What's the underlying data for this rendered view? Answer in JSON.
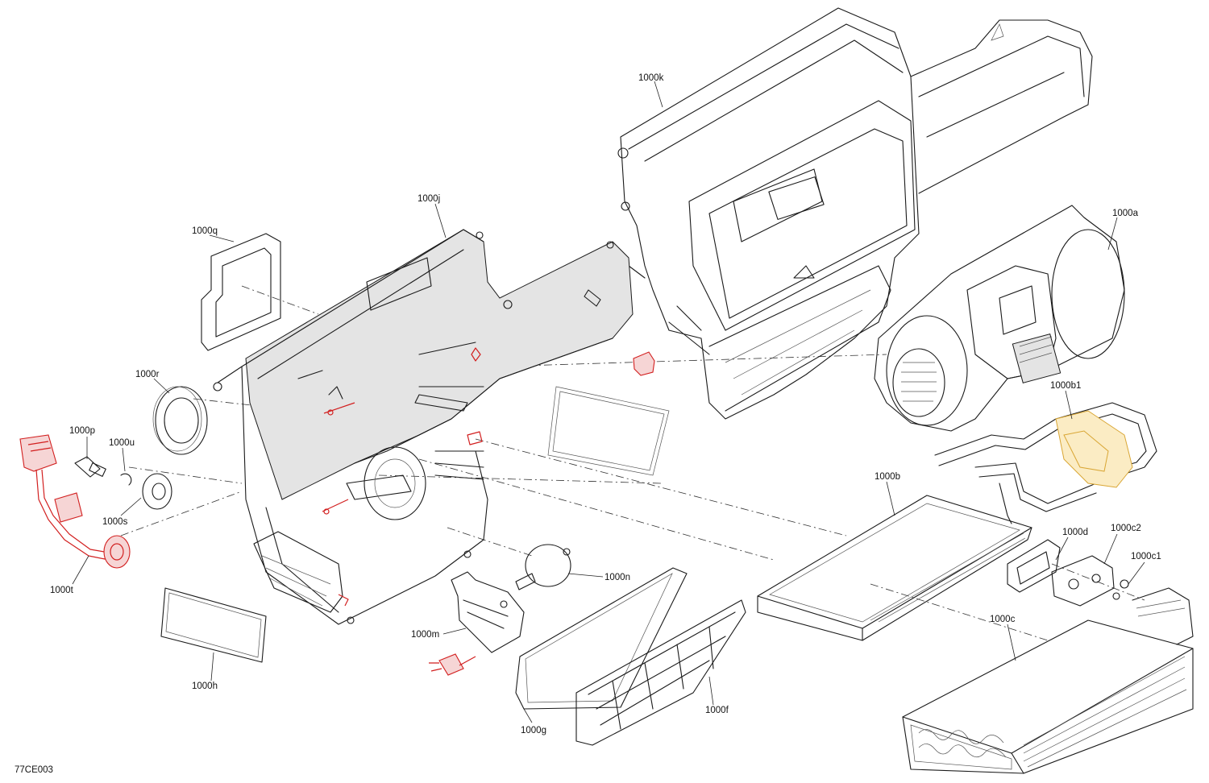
{
  "figure_id": "77CE003",
  "colors": {
    "line": "#1a1a1a",
    "highlight_red": "#d21f1f",
    "highlight_yellow": "#d9a634",
    "shade": "#e4e4e4"
  },
  "labels": {
    "1000a": "1000a",
    "1000b": "1000b",
    "1000b1": "1000b1",
    "1000c": "1000c",
    "1000c1": "1000c1",
    "1000c2": "1000c2",
    "1000d": "1000d",
    "1000f": "1000f",
    "1000g": "1000g",
    "1000h": "1000h",
    "1000j": "1000j",
    "1000k": "1000k",
    "1000m": "1000m",
    "1000n": "1000n",
    "1000p": "1000p",
    "1000q": "1000q",
    "1000r": "1000r",
    "1000s": "1000s",
    "1000t": "1000t",
    "1000u": "1000u"
  }
}
